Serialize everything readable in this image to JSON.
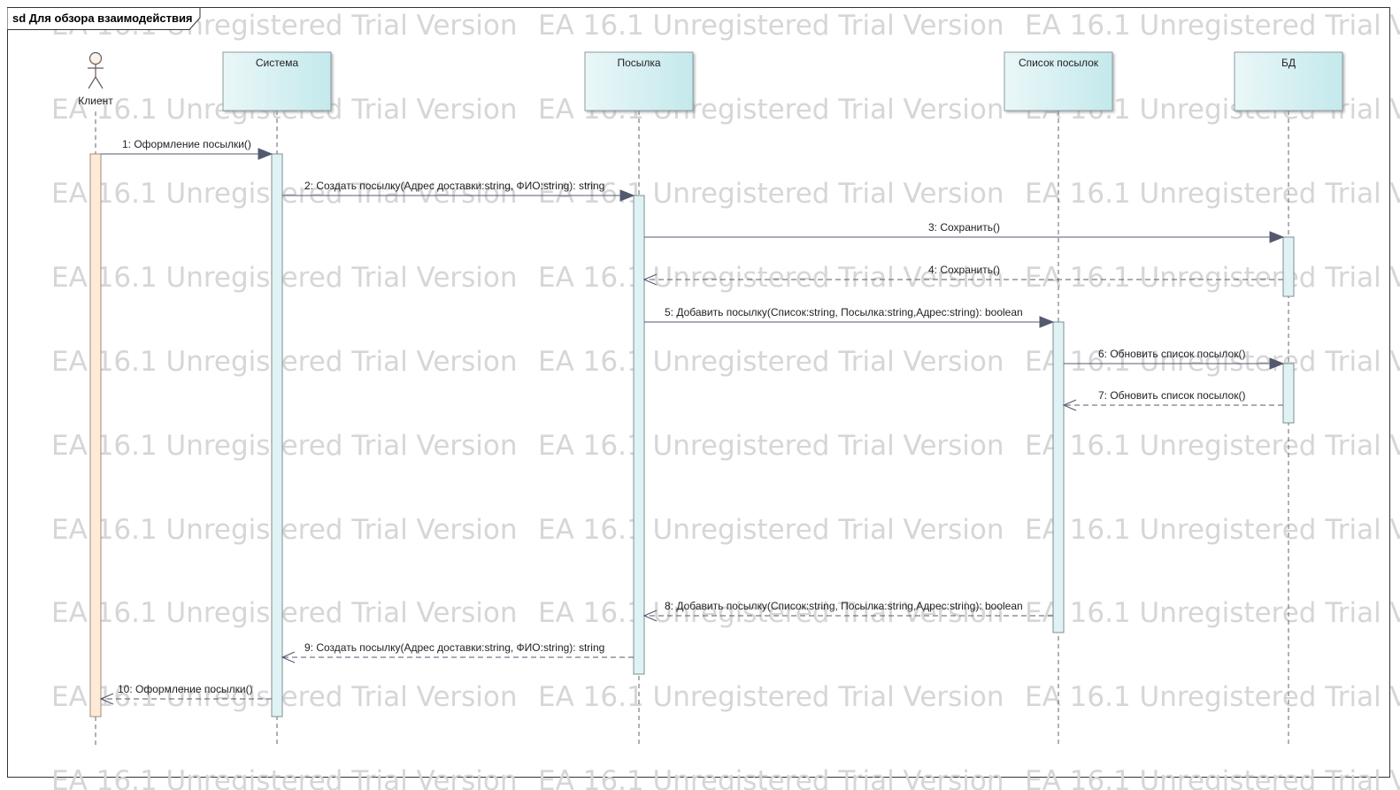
{
  "frame": {
    "title": "sd Для обзора взаимодействия"
  },
  "watermark": "EA 16.1 Unregistered Trial Version",
  "colors": {
    "object_fill": "#d5eef0",
    "object_border": "#8a9aa0",
    "activation_fill": "#e0f3f4",
    "actor_activation_fill": "#fdebd8",
    "arrow": "#545a6e",
    "watermark": "#d6d6d6"
  },
  "actor": {
    "label": "Клиент",
    "icon": "stick-figure-actor-icon"
  },
  "lifelines": [
    {
      "label": "Система"
    },
    {
      "label": "Посылка"
    },
    {
      "label": "Список посылок"
    },
    {
      "label": "БД"
    }
  ],
  "messages": [
    {
      "label": "1: Оформление посылки()",
      "kind": "call"
    },
    {
      "label": "2: Создать посылку(Адрес доставки:string, ФИО:string): string",
      "kind": "call"
    },
    {
      "label": "3: Сохранить()",
      "kind": "call"
    },
    {
      "label": "4: Сохранить()",
      "kind": "return"
    },
    {
      "label": "5: Добавить посылку(Список:string, Посылка:string,Адрес:string): boolean",
      "kind": "call"
    },
    {
      "label": "6: Обновить список посылок()",
      "kind": "call"
    },
    {
      "label": "7: Обновить список посылок()",
      "kind": "return"
    },
    {
      "label": "8: Добавить посылку(Список:string, Посылка:string,Адрес:string): boolean",
      "kind": "return"
    },
    {
      "label": "9: Создать посылку(Адрес доставки:string, ФИО:string): string",
      "kind": "return"
    },
    {
      "label": "10: Оформление посылки()",
      "kind": "return"
    }
  ]
}
